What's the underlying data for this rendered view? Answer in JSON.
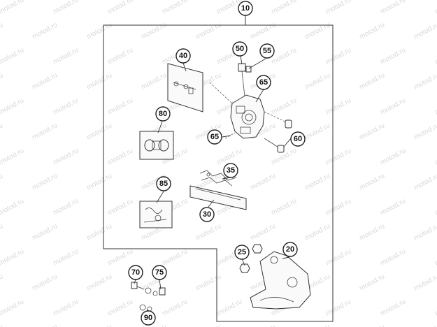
{
  "watermark": "motod.ru",
  "callouts": {
    "c10": "10",
    "c20": "20",
    "c25": "25",
    "c30": "30",
    "c35": "35",
    "c40": "40",
    "c50": "50",
    "c55": "55",
    "c60": "60",
    "c65a": "65",
    "c65b": "65",
    "c70": "70",
    "c75": "75",
    "c80": "80",
    "c85": "85",
    "c90": "90"
  }
}
